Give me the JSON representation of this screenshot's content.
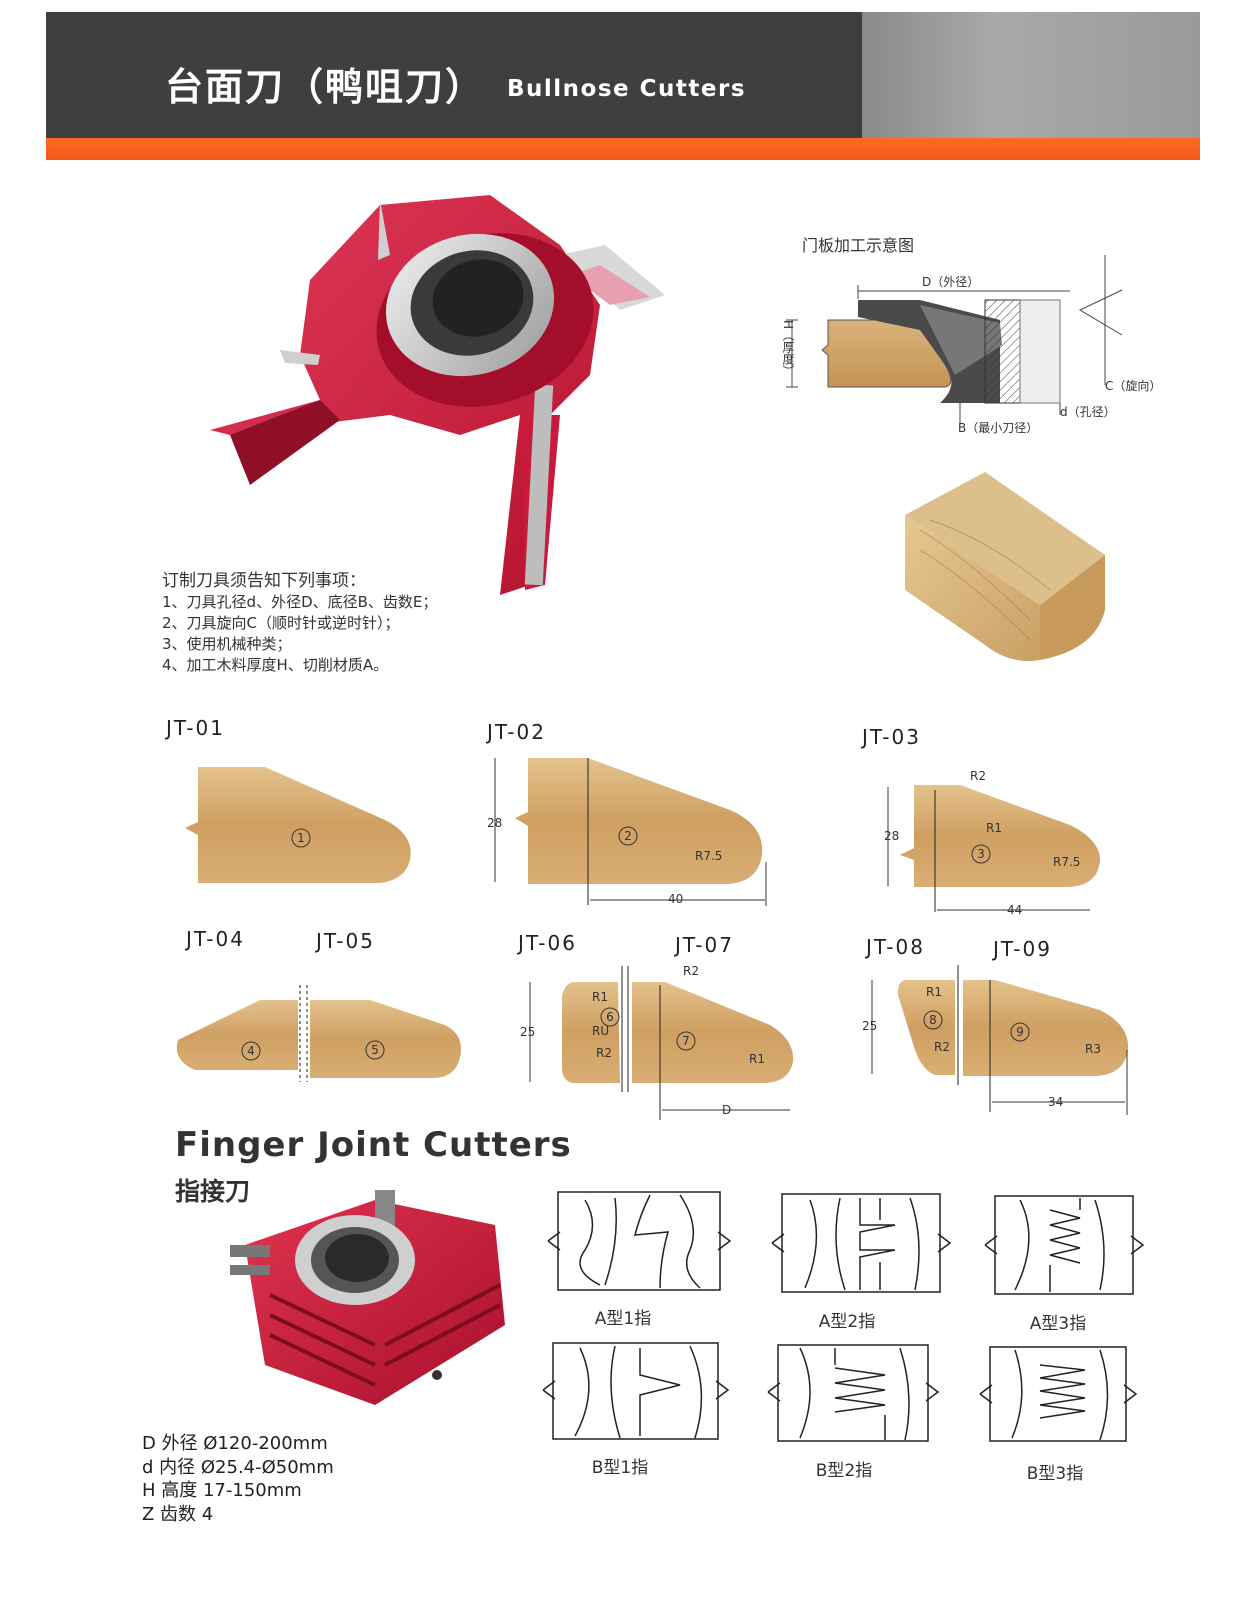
{
  "header": {
    "title_zh": "台面刀（鸭咀刀）",
    "title_en": "Bullnose Cutters",
    "colors": {
      "dark": "#3f3f3f",
      "grey": "#9a9a9a",
      "orange": "#f15a1c"
    }
  },
  "diagram": {
    "title": "门板加工示意图",
    "label_D": "D（外径）",
    "label_H": "H（厚度）",
    "label_C": "C（旋向）",
    "label_d": "d（孔径）",
    "label_B": "B（最小刀径）"
  },
  "order_notes": {
    "heading": "订制刀具须告知下列事项：",
    "items": [
      "1、刀具孔径d、外径D、底径B、齿数E；",
      "2、刀具旋向C（顺时针或逆时针）；",
      "3、使用机械种类；",
      "4、加工木料厚度H、切削材质A。"
    ]
  },
  "profiles": {
    "codes": [
      "JT-01",
      "JT-02",
      "JT-03",
      "JT-04",
      "JT-05",
      "JT-06",
      "JT-07",
      "JT-08",
      "JT-09"
    ],
    "numbers": [
      "1",
      "2",
      "3",
      "4",
      "5",
      "6",
      "7",
      "8",
      "9"
    ],
    "dims": {
      "jt02_height": "28",
      "jt02_width": "40",
      "jt02_radius": "R7.5",
      "jt03_r2": "R2",
      "jt03_r1": "R1",
      "jt03_height": "28",
      "jt03_radius": "R7.5",
      "jt03_width": "44",
      "jt06_r1": "R1",
      "jt06_ru": "RU",
      "jt06_r2": "R2",
      "jt06_height": "25",
      "jt07_r2": "R2",
      "jt07_r1": "R1",
      "jt07_width": "D",
      "jt08_r1": "R1",
      "jt08_r2": "R2",
      "jt08_height": "25",
      "jt09_radius": "R3",
      "jt09_width": "34"
    }
  },
  "finger_joint": {
    "title_en": "Finger Joint Cutters",
    "title_zh": "指接刀",
    "specs": [
      "D 外径 Ø120-200mm",
      "d 内径 Ø25.4-Ø50mm",
      "H 高度 17-150mm",
      "Z 齿数 4"
    ],
    "joint_types": [
      "A型1指",
      "A型2指",
      "A型3指",
      "B型1指",
      "B型2指",
      "B型3指"
    ]
  },
  "icons": [
    "bullnose-cutter-photo-icon",
    "wood-block-photo-icon",
    "finger-joint-cutter-photo-icon"
  ]
}
